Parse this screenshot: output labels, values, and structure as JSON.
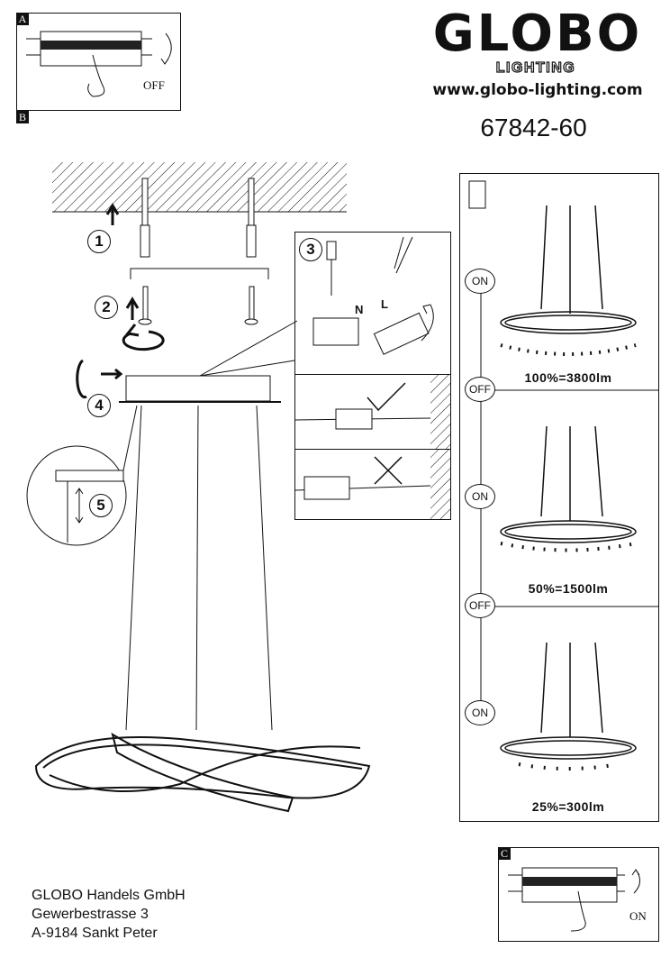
{
  "brand": {
    "name": "GLOBO",
    "sub": "LIGHTING",
    "url": "www.globo-lighting.com"
  },
  "model": "67842-60",
  "steps": {
    "a": {
      "tag": "A",
      "label": "OFF"
    },
    "b": {
      "tag": "B"
    },
    "c": {
      "tag": "C",
      "label": "ON"
    },
    "numbers": [
      "1",
      "2",
      "3",
      "4",
      "5"
    ],
    "wiring_terminals": [
      "N",
      "L"
    ]
  },
  "dimming": {
    "levels": [
      {
        "switch": "ON",
        "label": "100%=3800lm",
        "percent": 100
      },
      {
        "switch": "ON",
        "label": "50%=1500lm",
        "percent": 50
      },
      {
        "switch": "ON",
        "label": "25%=300lm",
        "percent": 25
      }
    ],
    "off_label": "OFF"
  },
  "address": {
    "line1": "GLOBO Handels GmbH",
    "line2": "Gewerbestrasse 3",
    "line3": "A-9184 Sankt Peter"
  }
}
